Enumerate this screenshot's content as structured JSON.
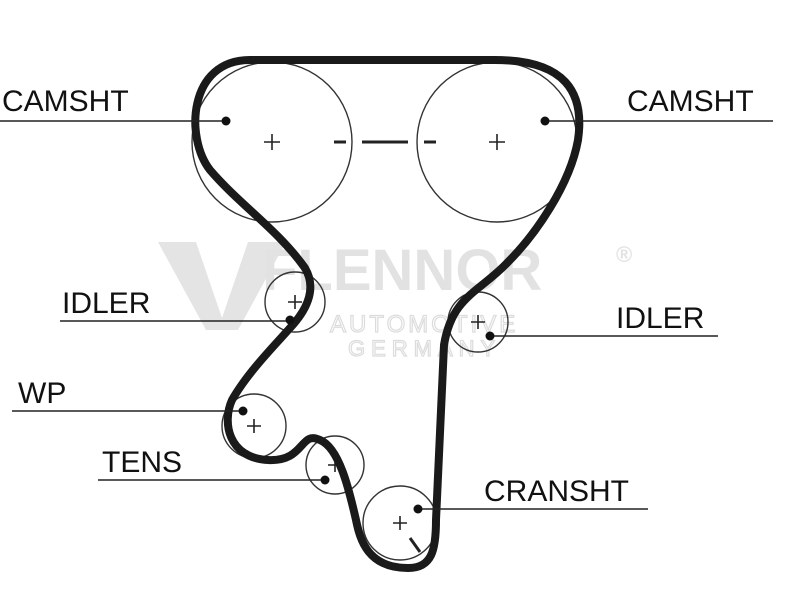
{
  "labels": {
    "camshaft_left": "CAMSHT",
    "camshaft_right": "CAMSHT",
    "idler_left": "IDLER",
    "idler_right": "IDLER",
    "water_pump": "WP",
    "tensioner": "TENS",
    "crankshaft": "CRANSHT"
  },
  "watermark": {
    "brand": "FLENNOR",
    "registered": "®",
    "line1": "AUTOMOTIVE",
    "line2": "GERMANY"
  }
}
